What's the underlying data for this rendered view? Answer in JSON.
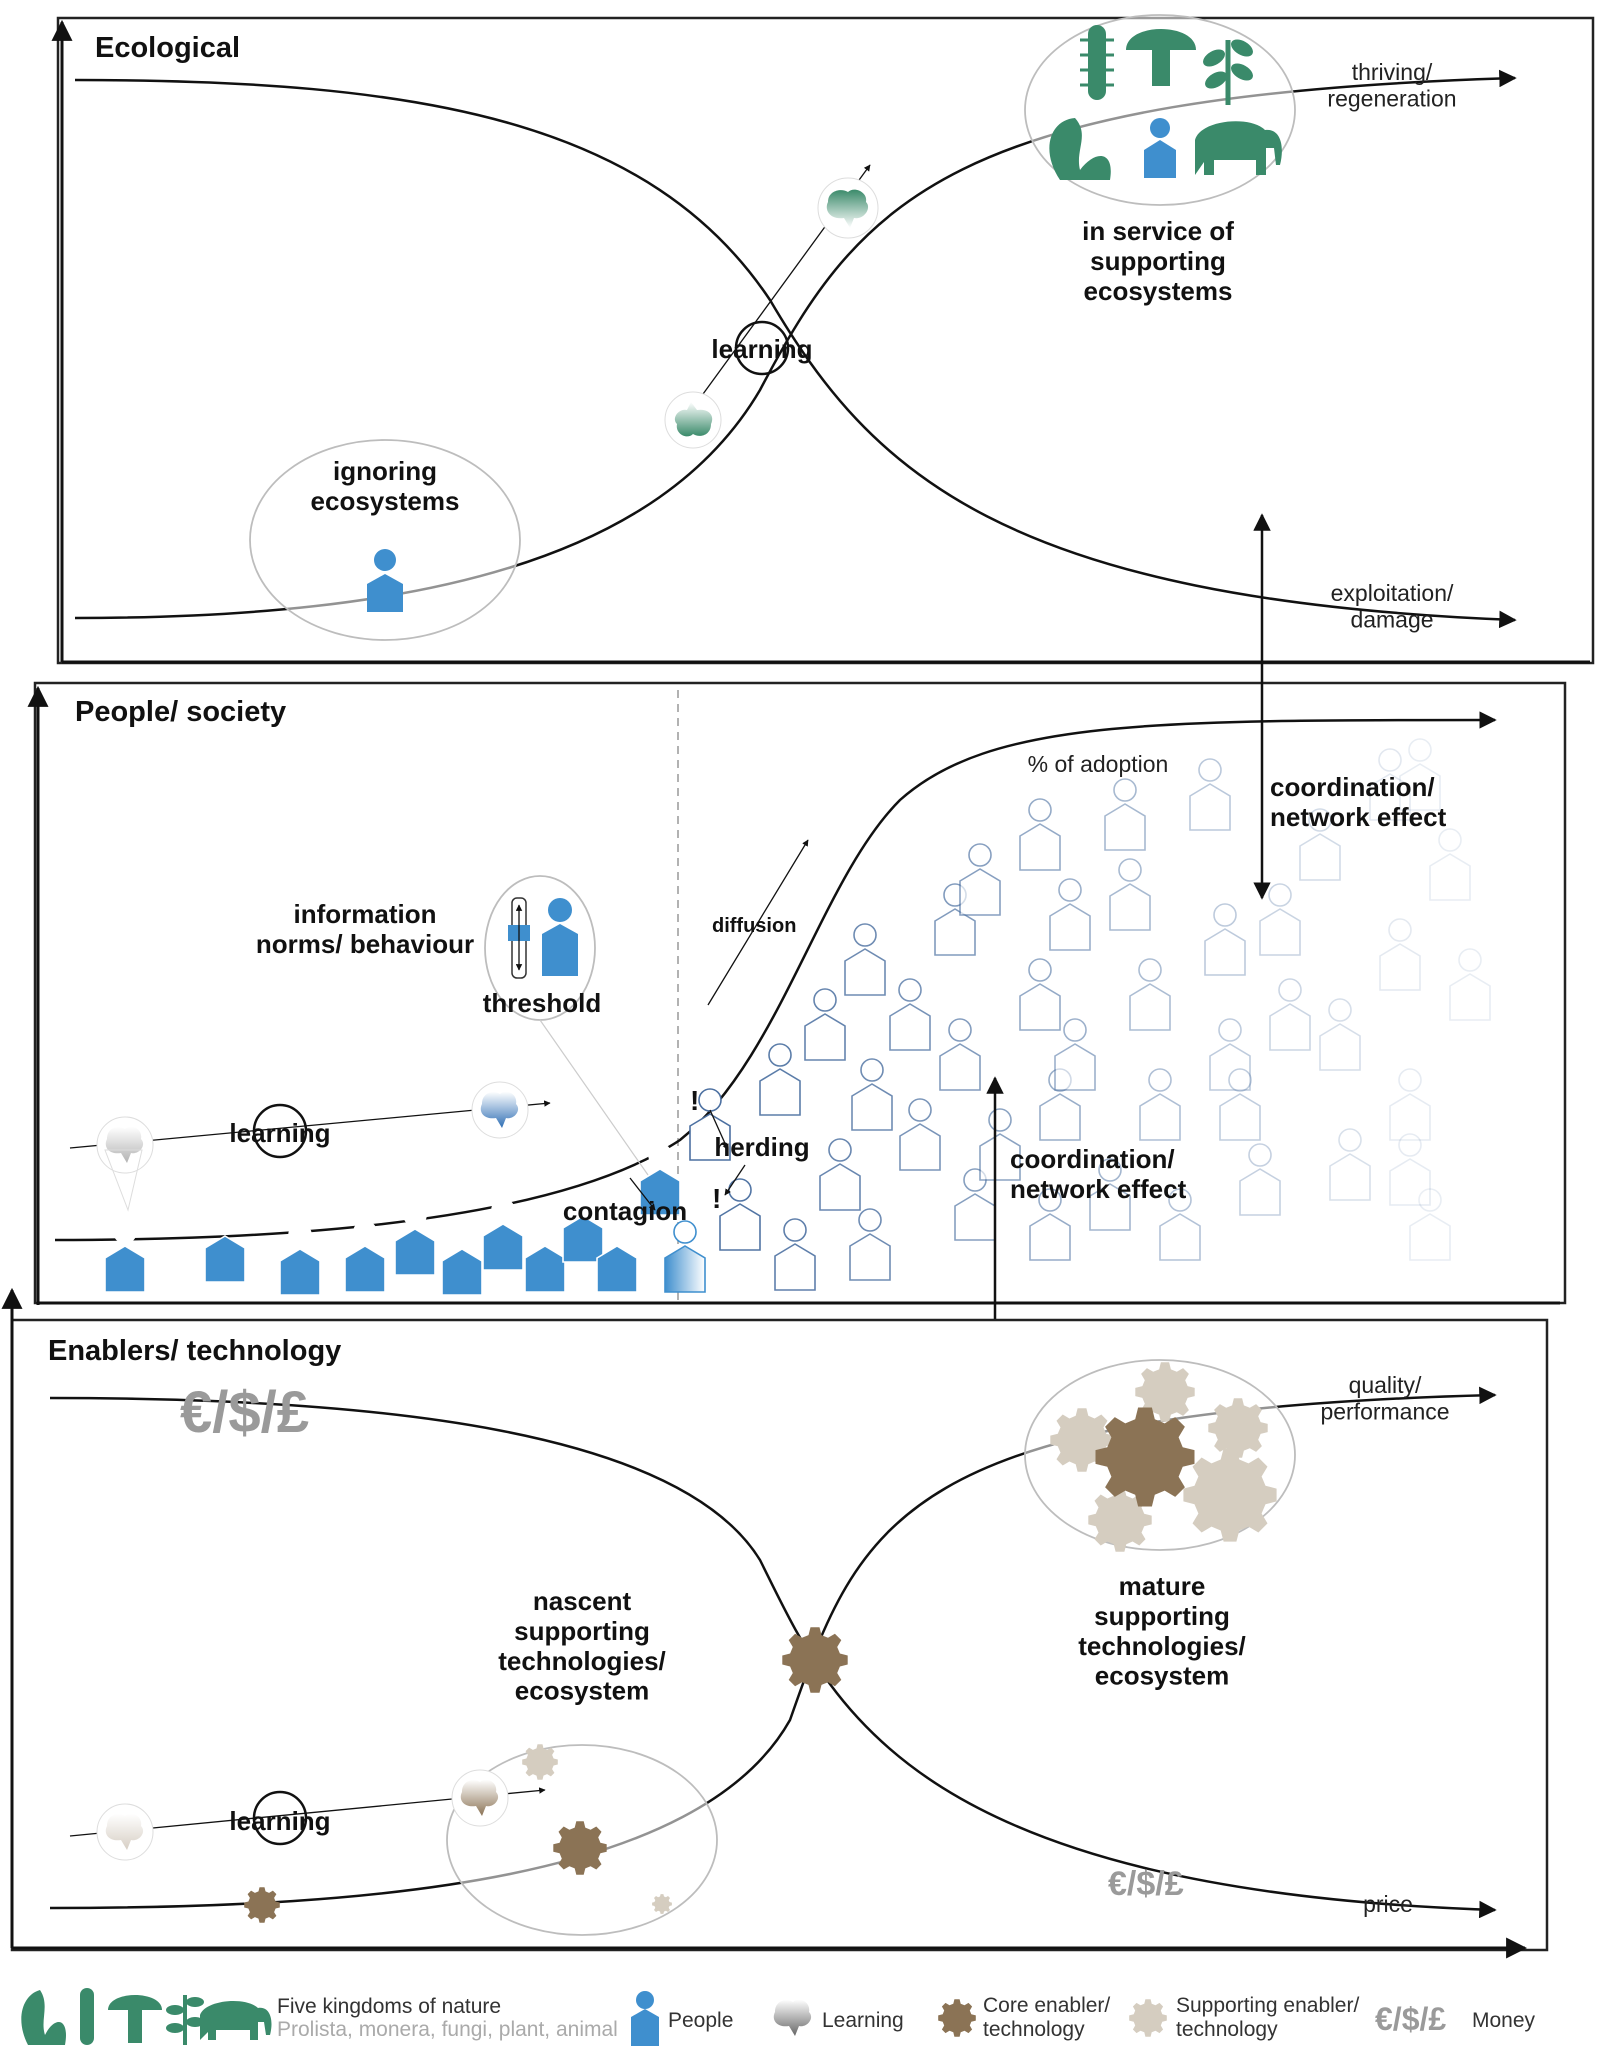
{
  "panels": {
    "ecological": {
      "title": "Ecological",
      "upper_label": "thriving/\nregeneration",
      "lower_label": "exploitation/\ndamage",
      "ignoring": "ignoring\necosystems",
      "service": "in service of\nsupporting\necosystems",
      "learning": "learning"
    },
    "people": {
      "title": "People/ society",
      "adoption": "% of adoption",
      "coordination_top": "coordination/\nnetwork effect",
      "coordination_mid": "coordination/\nnetwork effect",
      "info_norms": "information\nnorms/ behaviour",
      "threshold": "threshold",
      "diffusion": "diffusion",
      "learning": "learning",
      "herding": "herding",
      "contagion": "contagion"
    },
    "enablers": {
      "title": "Enablers/ technology",
      "money_top": "€/$/£",
      "money_bottom": "€/$/£",
      "quality": "quality/\nperformance",
      "price": "price",
      "nascent": "nascent\nsupporting\ntechnologies/\necosystem",
      "mature": "mature\nsupporting\ntechnologies/\necosystem",
      "learning": "learning"
    }
  },
  "legend": {
    "kingdoms": "Five kingdoms of nature",
    "kingdoms_sub": "Prolista, monera, fungi, plant, animal",
    "people": "People",
    "learning": "Learning",
    "core": "Core enabler/\ntechnology",
    "supporting": "Supporting enabler/\ntechnology",
    "money_symbol": "€/$/£",
    "money": "Money"
  },
  "colors": {
    "people_blue": "#3f8fce",
    "nature_green": "#3a8a6a",
    "core_brown": "#8b7355",
    "support_beige": "#d5cdc0",
    "money_grey": "#9a9a9a"
  }
}
